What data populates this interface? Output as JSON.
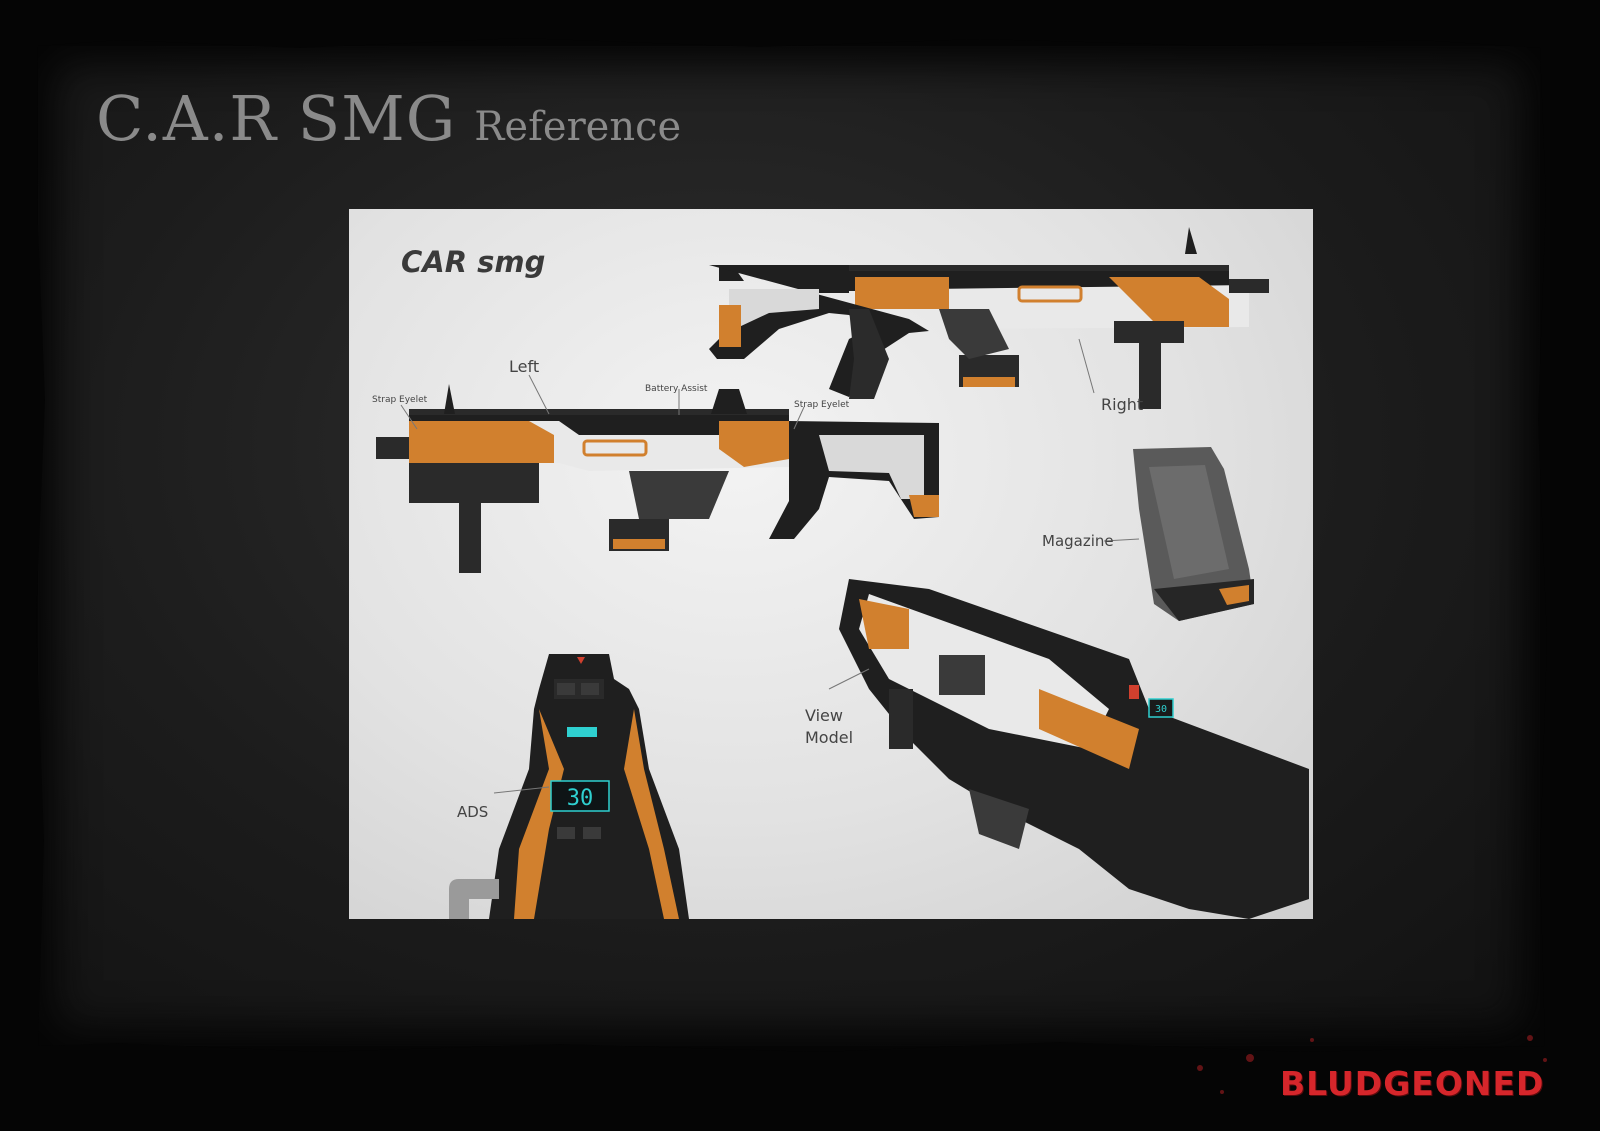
{
  "page_title": {
    "main": "C.A.R  SMG",
    "sub": "Reference"
  },
  "sheet": {
    "title": "CAR smg",
    "labels": {
      "left": "Left",
      "right": "Right",
      "strap_eyelet_front": "Strap Eyelet",
      "strap_eyelet_rear": "Strap Eyelet",
      "battery_assist": "Battery Assist",
      "magazine": "Magazine",
      "view": "View",
      "model": "Model",
      "ads": "ADS"
    },
    "ammo_display": "30",
    "ammo_display_small": "30"
  },
  "brand": {
    "logo": "BLUDGEONED",
    "logo_color": "#d6262b"
  },
  "colors": {
    "gun_orange": "#d1802e",
    "gun_white": "#e9e9e9",
    "gun_black": "#1f1f1f",
    "display_cyan": "#2fd0d0"
  }
}
